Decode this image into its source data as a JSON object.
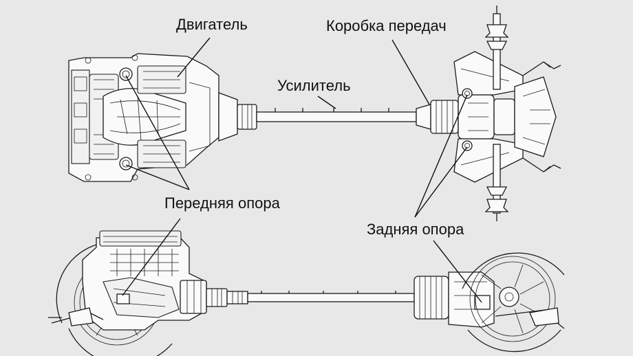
{
  "labels": {
    "engine": "Двигатель",
    "gearbox": "Коробка передач",
    "booster": "Усилитель",
    "front_mount": "Передняя опора",
    "rear_mount": "Задняя опора"
  },
  "colors": {
    "background": "#e8e8e8",
    "line": "#1a1a1a"
  }
}
